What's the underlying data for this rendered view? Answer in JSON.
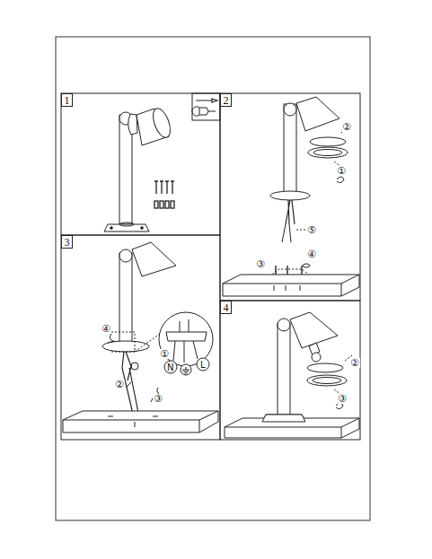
{
  "diagram": {
    "nodes": [
      {
        "text": [
          "1"
        ]
      },
      {
        "text": [
          "2"
        ]
      },
      {
        "text": [
          "3"
        ]
      },
      {
        "text": [
          "4"
        ]
      }
    ],
    "edges": [],
    "labels": [
      "②",
      "①",
      "⑤",
      "④",
      "③",
      "④",
      "①",
      "N",
      "L",
      "②",
      "③",
      "②",
      "③"
    ]
  }
}
